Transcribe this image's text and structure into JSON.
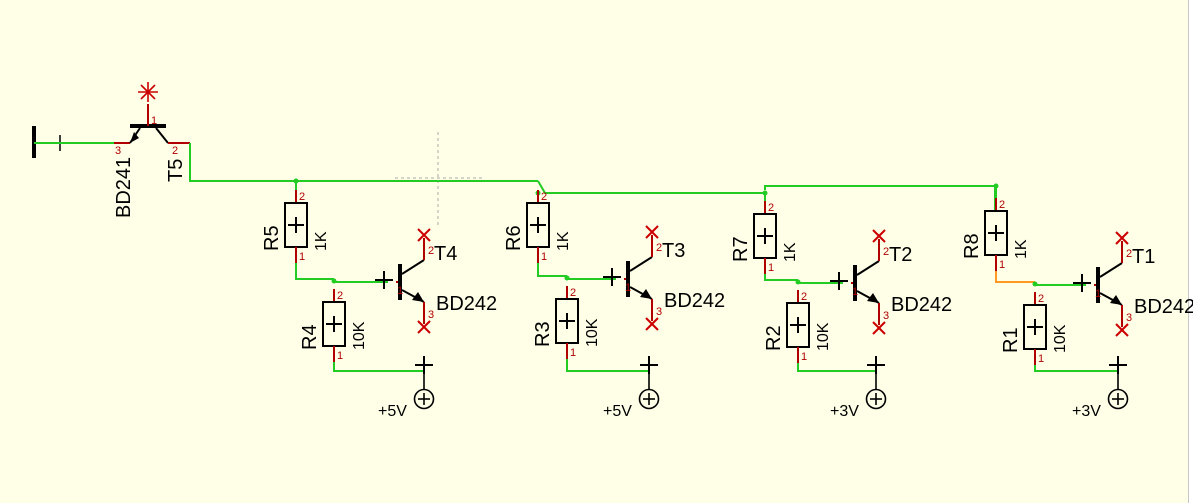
{
  "colors": {
    "background": "#ffffe8",
    "wire": "#22cc22",
    "pin_lead": "#b00000",
    "unconnected_pin": "#cc0000",
    "highlight_wire": "#ff9922",
    "symbol": "#000000"
  },
  "input_transistor": {
    "name": "T5",
    "type": "BD241",
    "pins": [
      "1",
      "2",
      "3"
    ]
  },
  "stages": [
    {
      "top_resistor": "R5",
      "top_value": "1K",
      "bottom_resistor": "R4",
      "bottom_value": "10K",
      "transistor": "T4",
      "transistor_type": "BD242",
      "supply": "+5V"
    },
    {
      "top_resistor": "R6",
      "top_value": "1K",
      "bottom_resistor": "R3",
      "bottom_value": "10K",
      "transistor": "T3",
      "transistor_type": "BD242",
      "supply": "+5V"
    },
    {
      "top_resistor": "R7",
      "top_value": "1K",
      "bottom_resistor": "R2",
      "bottom_value": "10K",
      "transistor": "T2",
      "transistor_type": "BD242",
      "supply": "+3V"
    },
    {
      "top_resistor": "R8",
      "top_value": "1K",
      "bottom_resistor": "R1",
      "bottom_value": "10K",
      "transistor": "T1",
      "transistor_type": "BD242",
      "supply": "+3V"
    }
  ],
  "pin_labels": {
    "p1": "1",
    "p2": "2",
    "p3": "3"
  }
}
